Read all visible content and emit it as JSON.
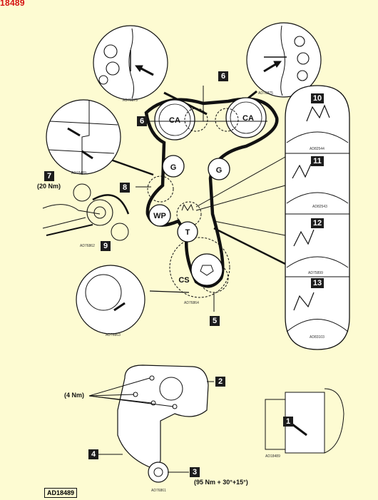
{
  "header": {
    "corner_id": "18489"
  },
  "callouts": {
    "c1": "1",
    "c2": "2",
    "c3": "3",
    "c4": "4",
    "c5": "5",
    "c6a": "6",
    "c6b": "6",
    "c7": "7",
    "c8": "8",
    "c9": "9",
    "c10": "10",
    "c11": "11",
    "c12": "12",
    "c13": "13"
  },
  "pulley_labels": {
    "ca_left": "CA",
    "ca_right": "CA",
    "g_left": "G",
    "g_right": "G",
    "wp": "WP",
    "t": "T",
    "cs": "CS"
  },
  "torques": {
    "t7": "(20 Nm)",
    "t2": "(4 Nm)",
    "t3": "(95 Nm + 30°+15°)"
  },
  "figure_refs": {
    "tl": "AD76875",
    "tr": "AD76875",
    "r10": "AD82544",
    "r11": "AD82543",
    "r12": "AD75899",
    "r13": "AD83103",
    "l8": "AD18489",
    "l9": "AD76862",
    "cs": "AD76864",
    "bl": "AD76863",
    "tens": "AD76861",
    "br": "AD18489"
  },
  "footer": {
    "figure_id": "AD18489"
  },
  "colors": {
    "background": "#fdfbd2",
    "ink": "#111111",
    "corner_id": "#d41010"
  }
}
